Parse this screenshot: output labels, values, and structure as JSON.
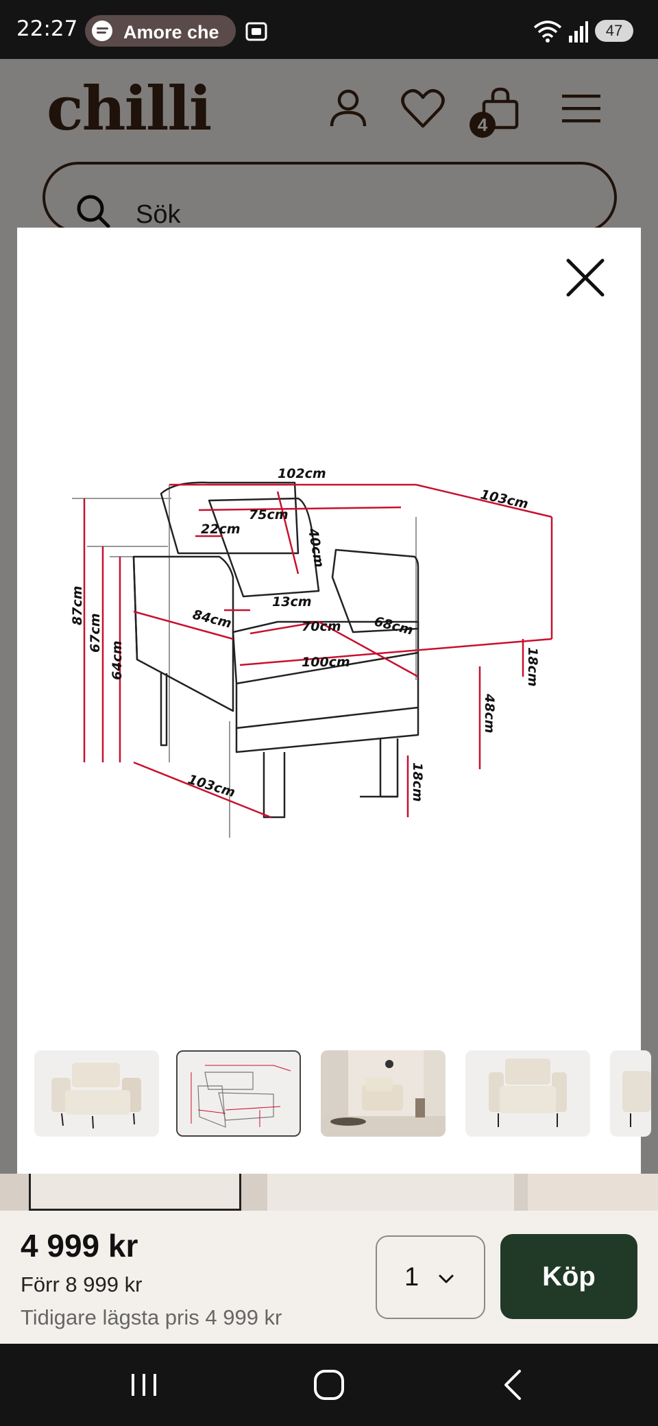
{
  "status": {
    "time": "22:27",
    "media": "Amore che",
    "battery": "47"
  },
  "header": {
    "logo": "chilli",
    "cart_count": "4"
  },
  "search": {
    "placeholder": "Sök"
  },
  "diagram": {
    "labels": {
      "width_top": "102cm",
      "depth_right": "103cm",
      "back_cushion_width": "75cm",
      "back_cushion_height": "40cm",
      "backrest_depth": "22cm",
      "armrest_width": "13cm",
      "total_height": "87cm",
      "armrest_height": "67cm",
      "back_height": "64cm",
      "arm_length": "84cm",
      "seat_width_front": "70cm",
      "seat_depth": "68cm",
      "seat_width": "100cm",
      "seat_thickness": "18cm",
      "seat_height": "48cm",
      "depth_bottom": "103cm",
      "leg_height": "18cm"
    },
    "line_color": "#c8102e"
  },
  "thumbnails": [
    {
      "name": "armchair-front"
    },
    {
      "name": "armchair-dimensions",
      "active": true
    },
    {
      "name": "armchair-room"
    },
    {
      "name": "armchair-straight"
    },
    {
      "name": "armchair-side"
    }
  ],
  "buybar": {
    "price": "4 999 kr",
    "old_price": "Förr 8 999 kr",
    "lowest_price": "Tidigare lägsta pris 4 999 kr",
    "quantity": "1",
    "buy_label": "Köp"
  }
}
